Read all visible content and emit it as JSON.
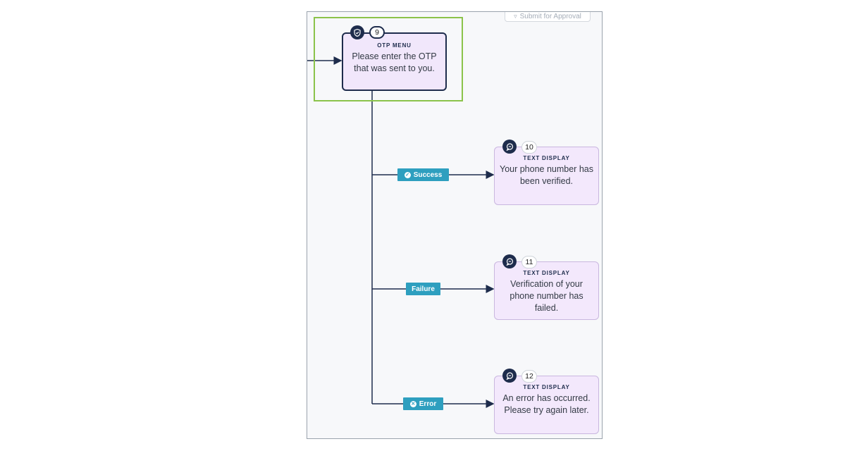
{
  "toolbar": {
    "submit_label": "Submit for Approval"
  },
  "colors": {
    "edge_label": "#2e9fbf",
    "node_dark": "#1e2c4c",
    "node_fill": "#f1e7fb",
    "selection": "#8bc34a"
  },
  "nodes": [
    {
      "id": "9",
      "type": "OTP MENU",
      "icon": "shield-check-icon",
      "text": "Please enter the OTP that was sent to you."
    },
    {
      "id": "10",
      "type": "TEXT DISPLAY",
      "icon": "chat-bubble-icon",
      "text": "Your phone number has been verified."
    },
    {
      "id": "11",
      "type": "TEXT DISPLAY",
      "icon": "chat-bubble-icon",
      "text": "Verification of your phone number has failed."
    },
    {
      "id": "12",
      "type": "TEXT DISPLAY",
      "icon": "chat-bubble-icon",
      "text": "An error has occurred. Please try again later."
    }
  ],
  "edges": [
    {
      "label": "Success",
      "icon": "check-circle-icon"
    },
    {
      "label": "Failure",
      "icon": ""
    },
    {
      "label": "Error",
      "icon": "x-circle-icon"
    }
  ]
}
